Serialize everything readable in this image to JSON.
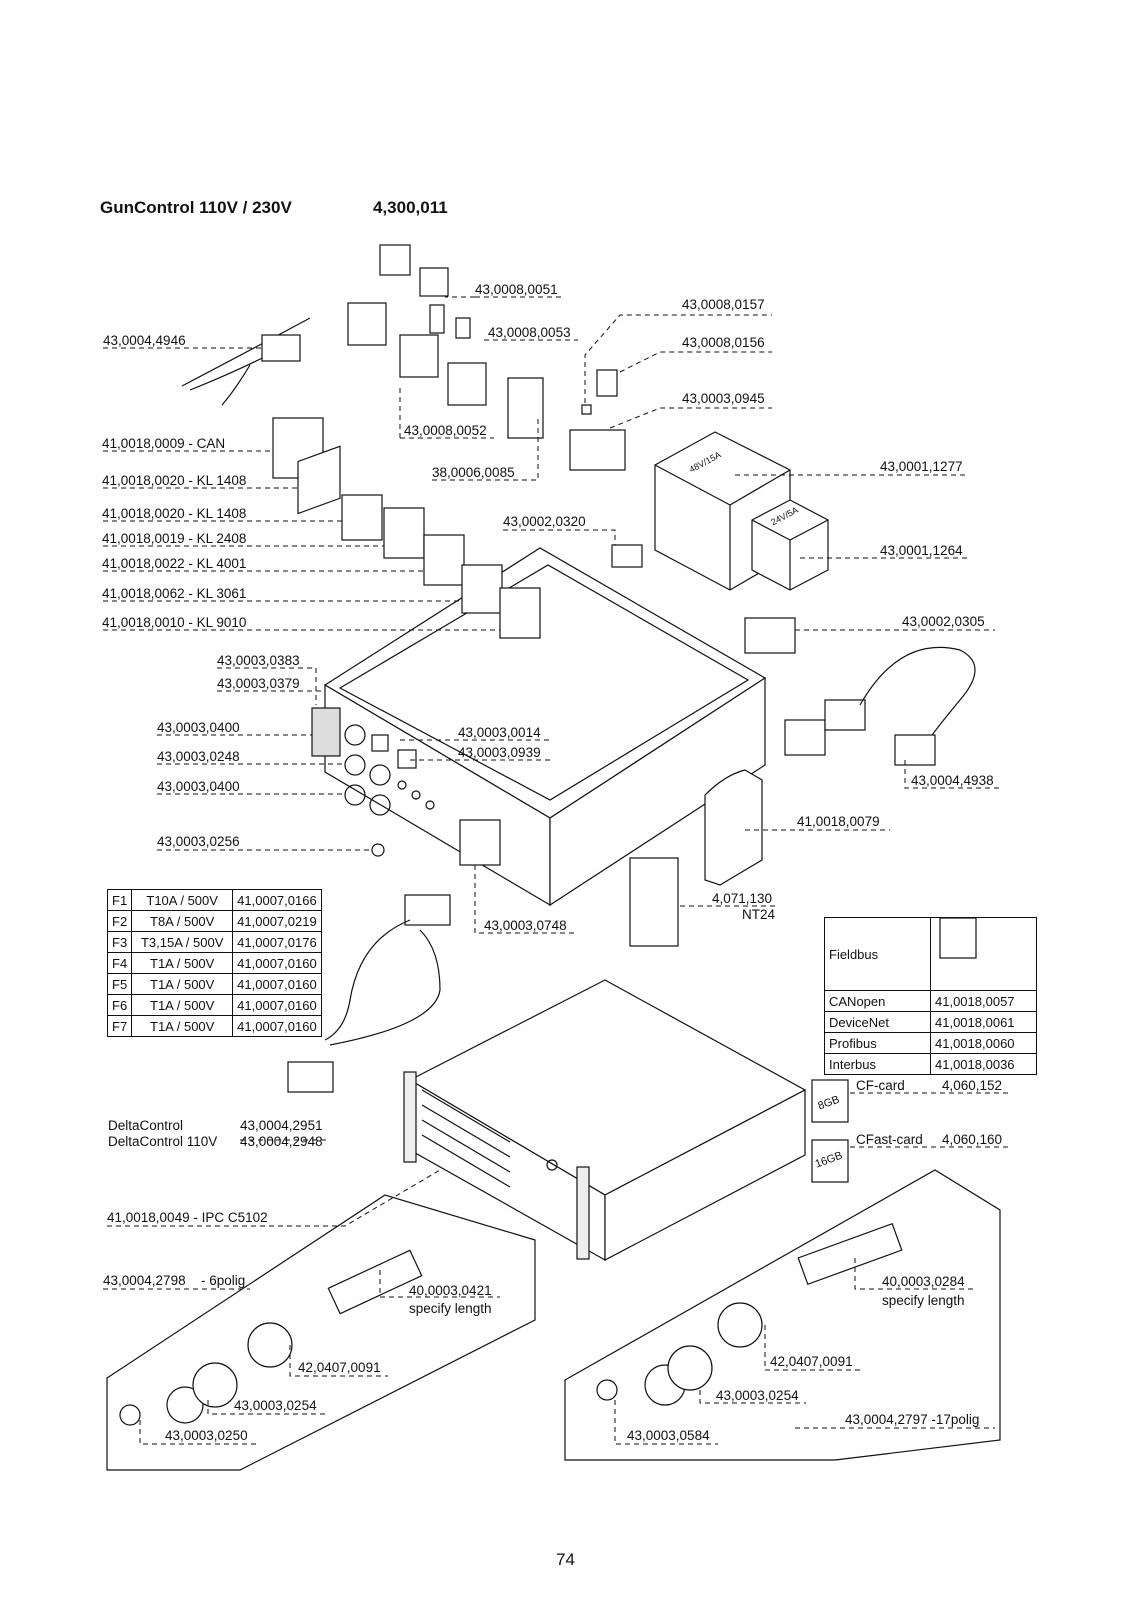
{
  "header": {
    "title": "GunControl 110V / 230V",
    "number": "4,300,011"
  },
  "labels": [
    "43,0004,4946",
    "43,0008,0051",
    "43,0008,0053",
    "43,0008,0157",
    "43,0008,0156",
    "43,0003,0945",
    "43,0008,0052",
    "41,0018,0009 - CAN",
    "41,0018,0020 - KL 1408",
    "38,0006,0085",
    "43,0001,1277",
    "41,0018,0020 - KL 1408",
    "43,0002,0320",
    "41,0018,0019 - KL 2408",
    "41,0018,0022 - KL 4001",
    "43,0001,1264",
    "41,0018,0062 - KL 3061",
    "41,0018,0010 - KL 9010",
    "43,0002,0305",
    "43,0003,0383",
    "43,0003,0379",
    "43,0003,0400",
    "43,0003,0014",
    "43,0003,0248",
    "43,0003,0939",
    "43,0003,0400",
    "43,0004,4938",
    "41,0018,0079",
    "43,0003,0256",
    "4,071,130",
    "NT24",
    "43,0003,0748",
    "CF-card",
    "4,060,152",
    "CFast-card",
    "4,060,160",
    "8GB",
    "16GB",
    "DeltaControl",
    "43,0004,2951",
    "DeltaControl 110V",
    "43,0004,2948",
    "41,0018,0049 - IPC C5102",
    "43,0004,2798",
    "- 6polig",
    "40,0003,0421",
    "specify length",
    "40,0003,0284",
    "specify length",
    "42,0407,0091",
    "42,0407,0091",
    "43,0003,0254",
    "43,0003,0254",
    "43,0003,0250",
    "43,0003,0584",
    "43,0004,2797 -17polig",
    "48V/15A",
    "24V/5A"
  ],
  "fuse_table": [
    [
      "F1",
      "T10A / 500V",
      "41,0007,0166"
    ],
    [
      "F2",
      "T8A / 500V",
      "41,0007,0219"
    ],
    [
      "F3",
      "T3,15A / 500V",
      "41,0007,0176"
    ],
    [
      "F4",
      "T1A / 500V",
      "41,0007,0160"
    ],
    [
      "F5",
      "T1A / 500V",
      "41,0007,0160"
    ],
    [
      "F6",
      "T1A / 500V",
      "41,0007,0160"
    ],
    [
      "F7",
      "T1A / 500V",
      "41,0007,0160"
    ]
  ],
  "fieldbus": {
    "header": "Fieldbus",
    "rows": [
      [
        "CANopen",
        "41,0018,0057"
      ],
      [
        "DeviceNet",
        "41,0018,0061"
      ],
      [
        "Profibus",
        "41,0018,0060"
      ],
      [
        "Interbus",
        "41,0018,0036"
      ]
    ]
  },
  "page_number": "74"
}
